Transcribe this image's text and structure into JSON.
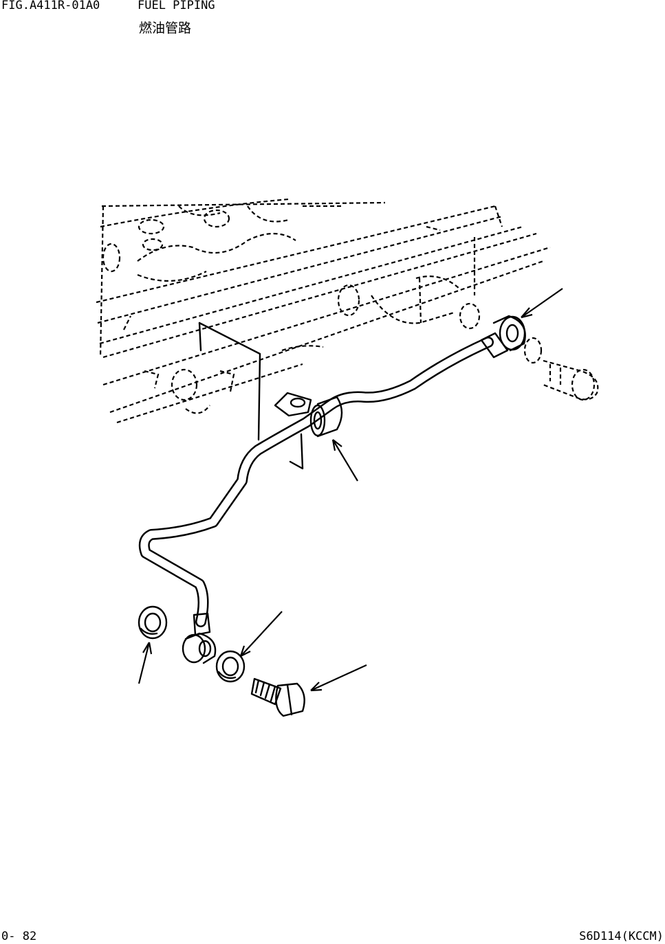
{
  "header": {
    "figure_id": "FIG.A411R-01A0",
    "title": "FUEL PIPING",
    "subtitle": "燃油管路"
  },
  "footer": {
    "page_number": "0- 82",
    "model_code": "S6D114(KCCM)"
  },
  "drawing": {
    "parts": [
      {
        "name": "fuel-tube"
      },
      {
        "name": "tube-clamp"
      },
      {
        "name": "mounting-bracket"
      },
      {
        "name": "banjo-fitting"
      },
      {
        "name": "gasket-left"
      },
      {
        "name": "gasket-right"
      },
      {
        "name": "banjo-bolt"
      },
      {
        "name": "eye-fitting"
      },
      {
        "name": "ghost-bolt"
      }
    ],
    "leader_arrows": 5
  }
}
